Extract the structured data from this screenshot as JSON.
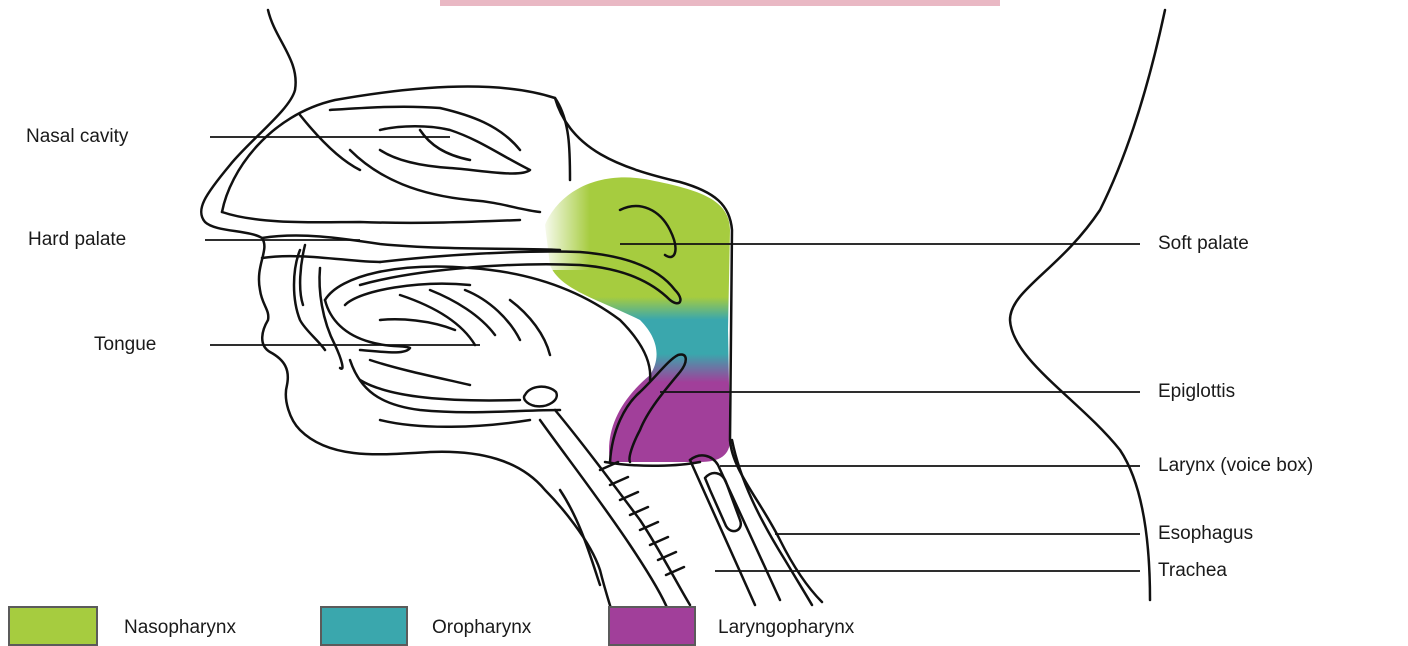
{
  "labels": {
    "nasal_cavity": "Nasal cavity",
    "hard_palate": "Hard palate",
    "tongue": "Tongue",
    "soft_palate": "Soft palate",
    "epiglottis": "Epiglottis",
    "larynx": "Larynx (voice box)",
    "esophagus": "Esophagus",
    "trachea": "Trachea"
  },
  "legend": [
    {
      "name": "Nasopharynx",
      "color": "#a6cc3f"
    },
    {
      "name": "Oropharynx",
      "color": "#3aa7ad"
    },
    {
      "name": "Laryngopharynx",
      "color": "#a13f9a"
    }
  ]
}
